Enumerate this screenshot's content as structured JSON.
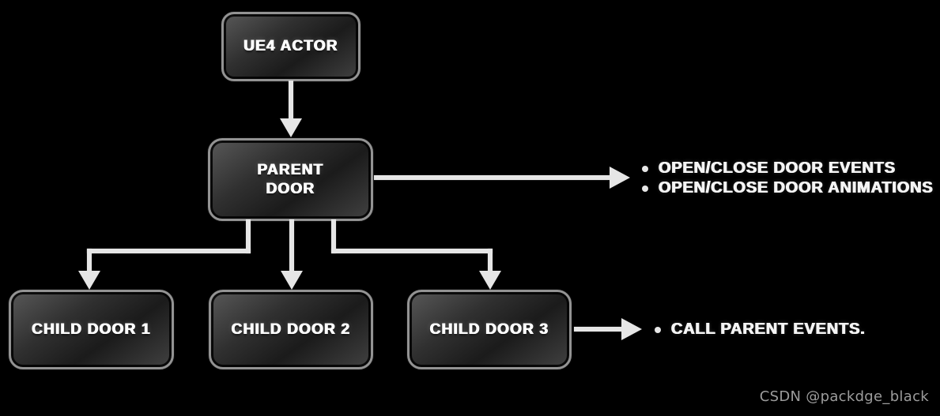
{
  "diagram": {
    "nodes": {
      "ue4_actor": {
        "label": "UE4 ACTOR"
      },
      "parent_door": {
        "label": "PARENT\nDOOR"
      },
      "child_door_1": {
        "label": "CHILD DOOR 1"
      },
      "child_door_2": {
        "label": "CHILD DOOR 2"
      },
      "child_door_3": {
        "label": "CHILD DOOR 3"
      }
    },
    "annotations": {
      "parent_door_outputs": {
        "items": [
          "OPEN/CLOSE DOOR EVENTS",
          "OPEN/CLOSE DOOR ANIMATIONS"
        ]
      },
      "child_door_outputs": {
        "items": [
          "CALL PARENT EVENTS."
        ]
      }
    },
    "edges": [
      {
        "from": "ue4_actor",
        "to": "parent_door"
      },
      {
        "from": "parent_door",
        "to": "child_door_1"
      },
      {
        "from": "parent_door",
        "to": "child_door_2"
      },
      {
        "from": "parent_door",
        "to": "child_door_3"
      },
      {
        "from": "parent_door",
        "to": "parent_door_outputs"
      },
      {
        "from": "child_door_3",
        "to": "child_door_outputs"
      }
    ]
  },
  "watermark": {
    "text": "CSDN @packdge_black"
  },
  "colors": {
    "background": "#000000",
    "node_border": "#939393",
    "node_fill_light": "#585858",
    "node_fill_dark": "#1b1b1b",
    "node_text": "#ffffff",
    "arrow": "#e6e6e6",
    "annotation_text": "#f4f4f4",
    "watermark_text": "#9c9c9c"
  }
}
